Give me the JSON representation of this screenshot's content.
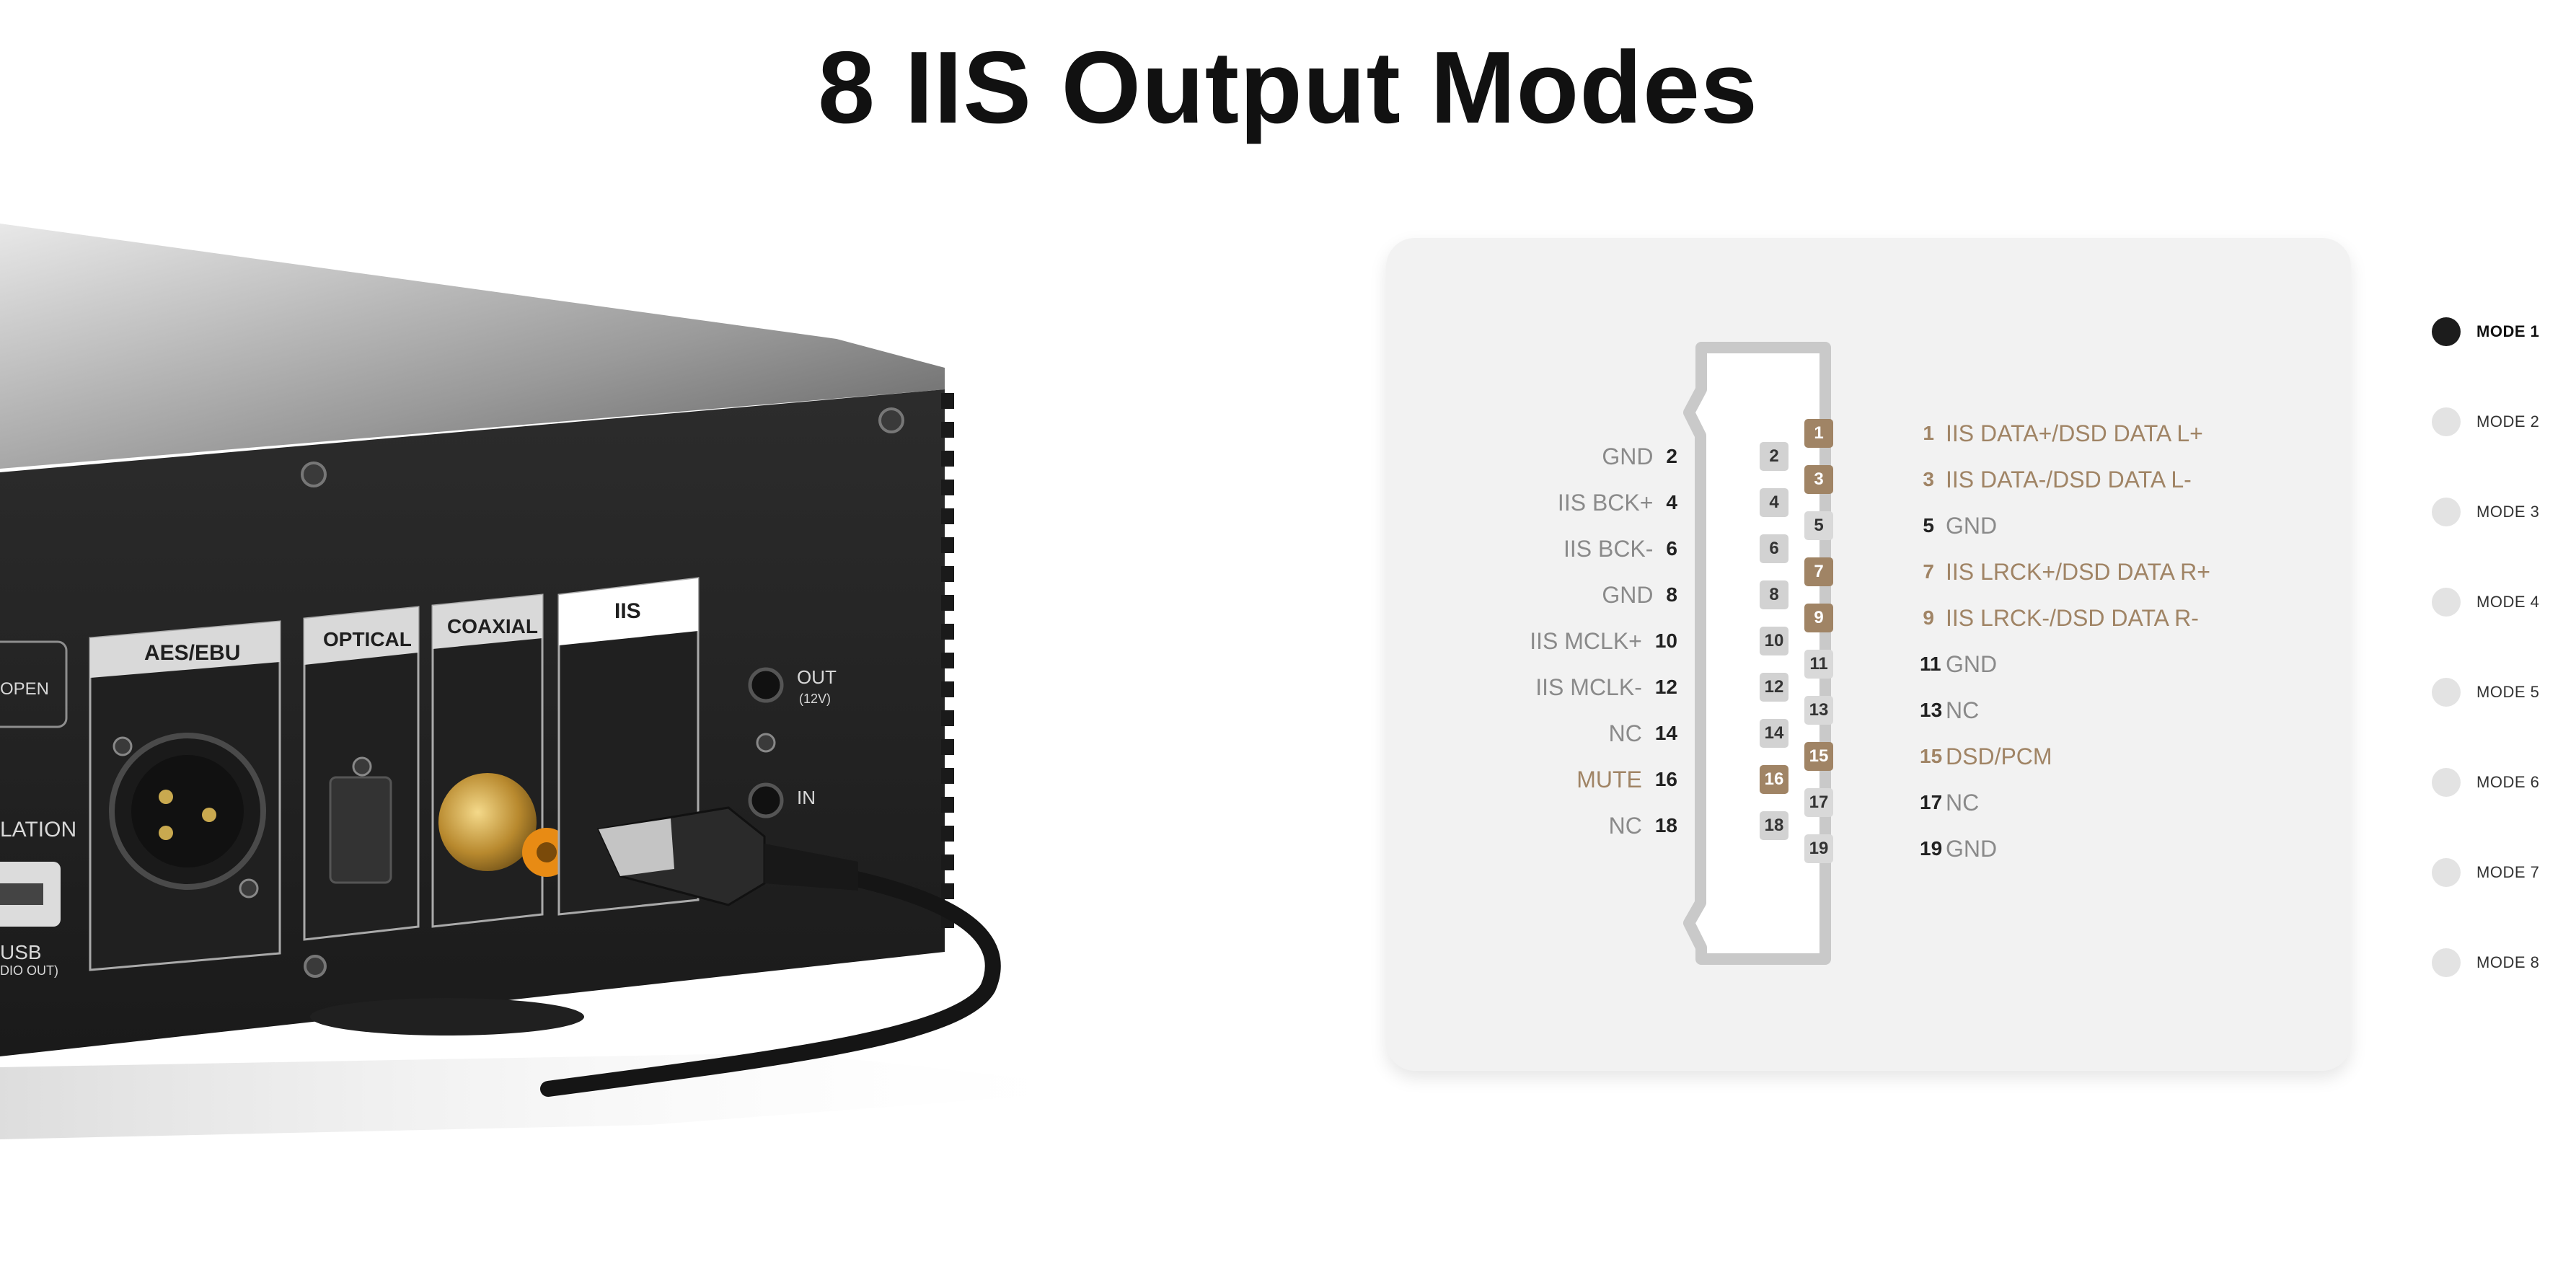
{
  "title": "8 IIS Output Modes",
  "device": {
    "labels": {
      "open": "OPEN",
      "aes_ebu": "AES/EBU",
      "optical": "OPTICAL",
      "coaxial": "COAXIAL",
      "iis": "IIS",
      "out": "OUT",
      "out_sub": "(12V)",
      "in": "IN",
      "isolation": "LATION",
      "usb": "USB",
      "usb_sub": "DIO OUT)"
    }
  },
  "pinout": {
    "left_pins": [
      {
        "pin": "2",
        "signal": "GND",
        "accent": false
      },
      {
        "pin": "4",
        "signal": "IIS BCK+",
        "accent": false
      },
      {
        "pin": "6",
        "signal": "IIS BCK-",
        "accent": false
      },
      {
        "pin": "8",
        "signal": "GND",
        "accent": false
      },
      {
        "pin": "10",
        "signal": "IIS MCLK+",
        "accent": false
      },
      {
        "pin": "12",
        "signal": "IIS MCLK-",
        "accent": false
      },
      {
        "pin": "14",
        "signal": "NC",
        "accent": false
      },
      {
        "pin": "16",
        "signal": "MUTE",
        "accent": true
      },
      {
        "pin": "18",
        "signal": "NC",
        "accent": false
      }
    ],
    "right_pins": [
      {
        "pin": "1",
        "signal": "IIS DATA+/DSD DATA L+",
        "accent": true
      },
      {
        "pin": "3",
        "signal": "IIS DATA-/DSD DATA L-",
        "accent": true
      },
      {
        "pin": "5",
        "signal": "GND",
        "accent": false
      },
      {
        "pin": "7",
        "signal": "IIS LRCK+/DSD DATA R+",
        "accent": true
      },
      {
        "pin": "9",
        "signal": "IIS LRCK-/DSD DATA R-",
        "accent": true
      },
      {
        "pin": "11",
        "signal": "GND",
        "accent": false
      },
      {
        "pin": "13",
        "signal": "NC",
        "accent": false
      },
      {
        "pin": "15",
        "signal": "DSD/PCM",
        "accent": true
      },
      {
        "pin": "17",
        "signal": "NC",
        "accent": false
      },
      {
        "pin": "19",
        "signal": "GND",
        "accent": false
      }
    ]
  },
  "modes": {
    "items": [
      "MODE 1",
      "MODE 2",
      "MODE 3",
      "MODE 4",
      "MODE 5",
      "MODE 6",
      "MODE 7",
      "MODE 8"
    ],
    "selected": "MODE 1"
  },
  "colors": {
    "accent": "#a08465",
    "active_dot": "#1c1c1c",
    "inactive_dot": "#e3e3e3",
    "card_bg": "#f2f2f2"
  }
}
